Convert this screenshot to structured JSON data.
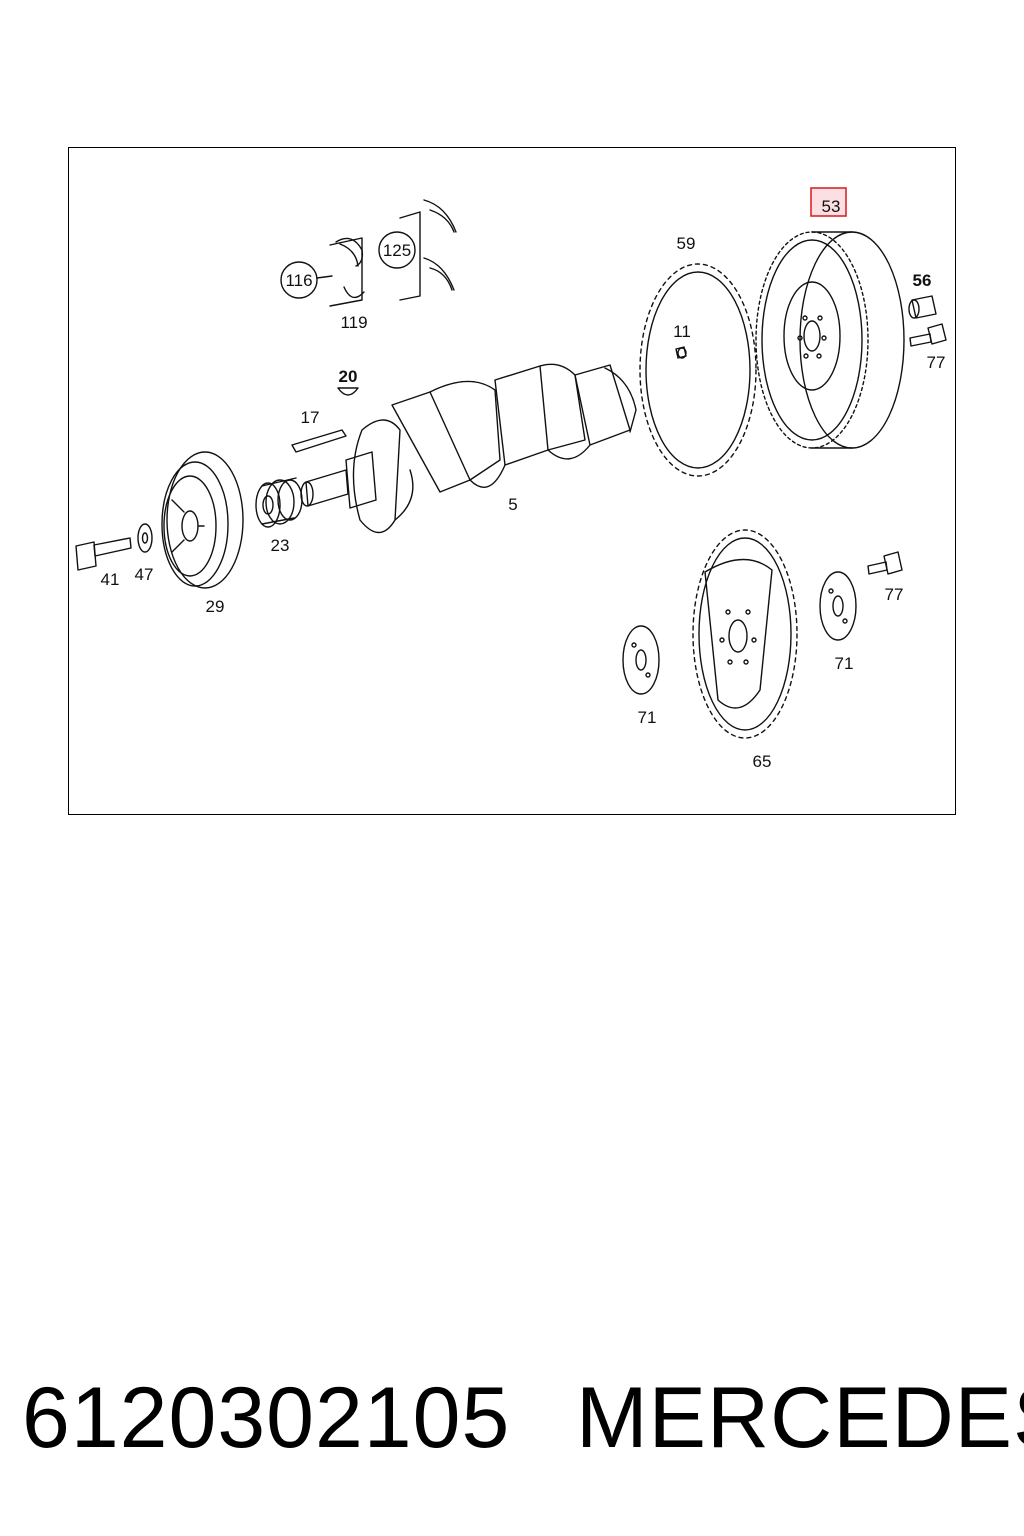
{
  "footer": {
    "part_number": "6120302105",
    "brand": "MERCEDES"
  },
  "callouts": {
    "c53": "53",
    "c59": "59",
    "c56": "56",
    "c77a": "77",
    "c116": "116",
    "c125": "125",
    "c119": "119",
    "c11": "11",
    "c20": "20",
    "c17": "17",
    "c5": "5",
    "c23": "23",
    "c41": "41",
    "c47": "47",
    "c29": "29",
    "c77b": "77",
    "c71a": "71",
    "c71b": "71",
    "c65": "65"
  },
  "highlight": {
    "callout": "53",
    "border_color": "#d9262b",
    "fill_color": "#fbdfe3"
  }
}
